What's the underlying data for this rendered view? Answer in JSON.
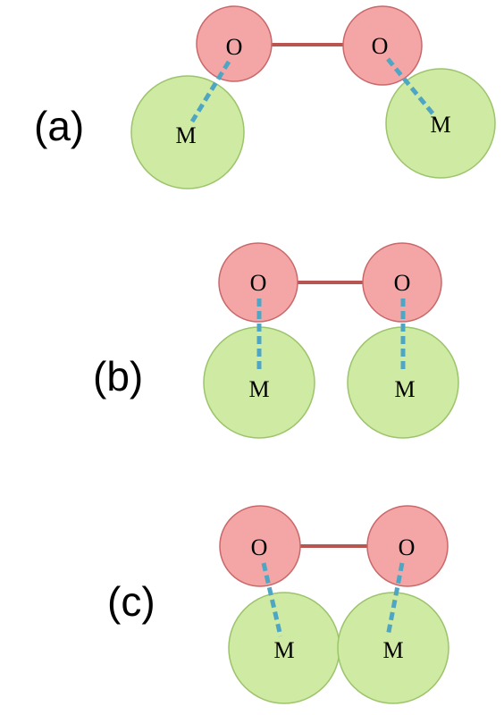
{
  "colors": {
    "oxygen_fill": "#f4a6a6",
    "oxygen_stroke": "#c9686a",
    "metal_fill": "#cfeaa2",
    "metal_stroke": "#9cc46c",
    "oo_bond": "#b85550",
    "om_bond": "#4fa6c4",
    "text": "#000000"
  },
  "panels": [
    {
      "label": "(a)",
      "atoms": {
        "o_left": "O",
        "o_right": "O",
        "m_left": "M",
        "m_right": "M"
      }
    },
    {
      "label": "(b)",
      "atoms": {
        "o_left": "O",
        "o_right": "O",
        "m_left": "M",
        "m_right": "M"
      }
    },
    {
      "label": "(c)",
      "atoms": {
        "o_left": "O",
        "o_right": "O",
        "m_left": "M",
        "m_right": "M"
      }
    }
  ]
}
